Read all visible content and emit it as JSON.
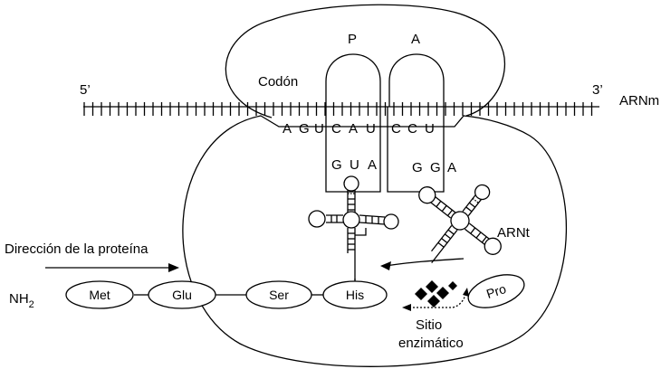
{
  "labels": {
    "p_site": "P",
    "a_site": "A",
    "codon": "Codón",
    "five_prime": "5’",
    "three_prime": "3’",
    "mrna": "ARNm",
    "trna": "ARNt",
    "direction": "Dirección de la proteína",
    "nh2": "NH",
    "nh2_sub": "2",
    "enzymatic_line1": "Sitio",
    "enzymatic_line2": "enzimático"
  },
  "mrna_bases": [
    "A",
    "G",
    "U",
    "C",
    "A",
    "U",
    "C",
    "C",
    "U"
  ],
  "anticodon_p": [
    "G",
    "U",
    "A"
  ],
  "anticodon_a": [
    "G",
    "G",
    "A"
  ],
  "amino_acids": [
    "Met",
    "Glu",
    "Ser",
    "His",
    "Pro"
  ]
}
